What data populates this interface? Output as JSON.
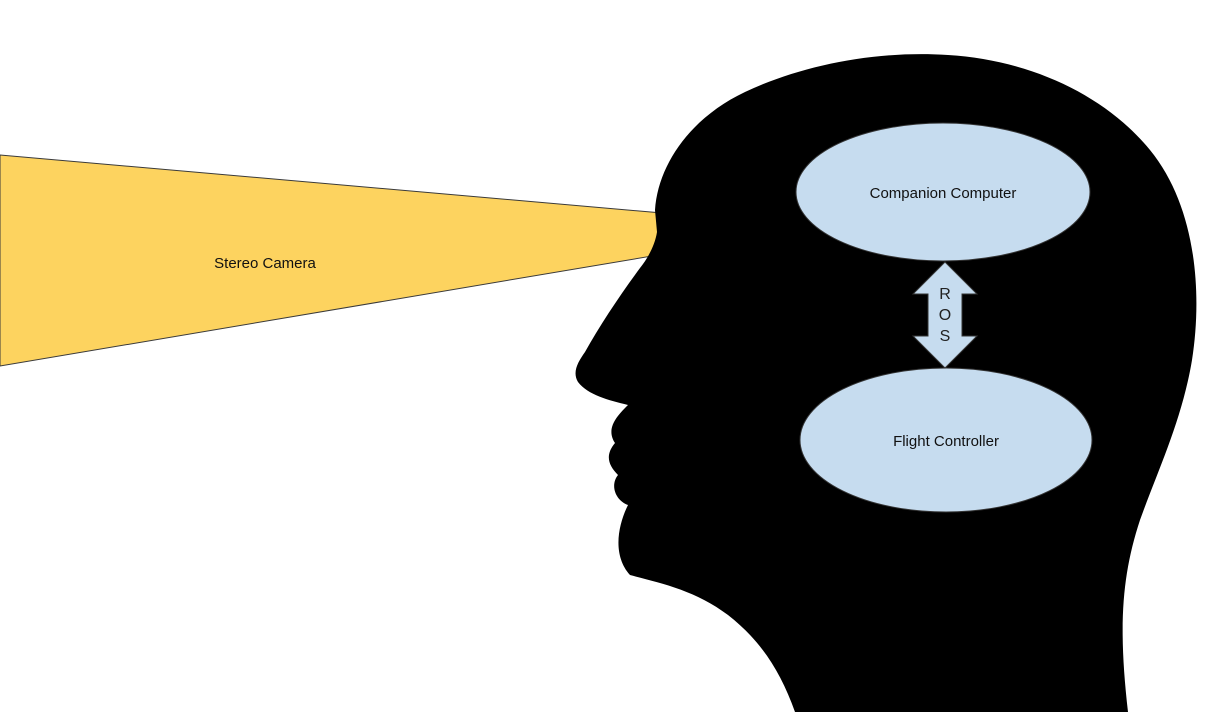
{
  "colors": {
    "background": "#ffffff",
    "camera_beam": "#fdd35f",
    "head_silhouette": "#000000",
    "component_fill": "#c6dcef",
    "outline": "#222222"
  },
  "camera": {
    "label": "Stereo Camera"
  },
  "components": {
    "companion_computer": "Companion Computer",
    "flight_controller": "Flight Controller"
  },
  "link": {
    "letter_1": "R",
    "letter_2": "O",
    "letter_3": "S"
  }
}
